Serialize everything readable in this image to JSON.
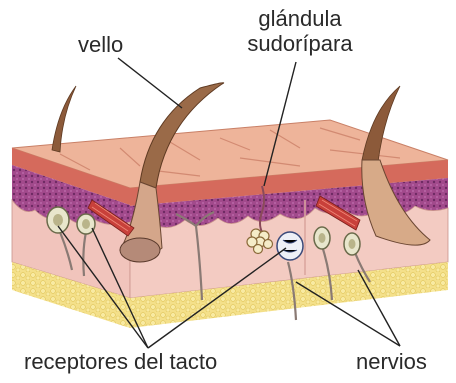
{
  "labels": {
    "hair": "vello",
    "gland_line1": "glándula",
    "gland_line2": "sudorípara",
    "receptors": "receptores del tacto",
    "nerves": "nervios"
  },
  "colors": {
    "epidermis_top": "#e9a58a",
    "epidermis_cells": "#c85a55",
    "purple_layer": "#8d3c7c",
    "dermis": "#f2c8c0",
    "fat": "#f2dc7a",
    "hair": "#8a5a3c",
    "muscle": "#c8403a",
    "nerve": "#8a7a74",
    "line": "#222222"
  }
}
